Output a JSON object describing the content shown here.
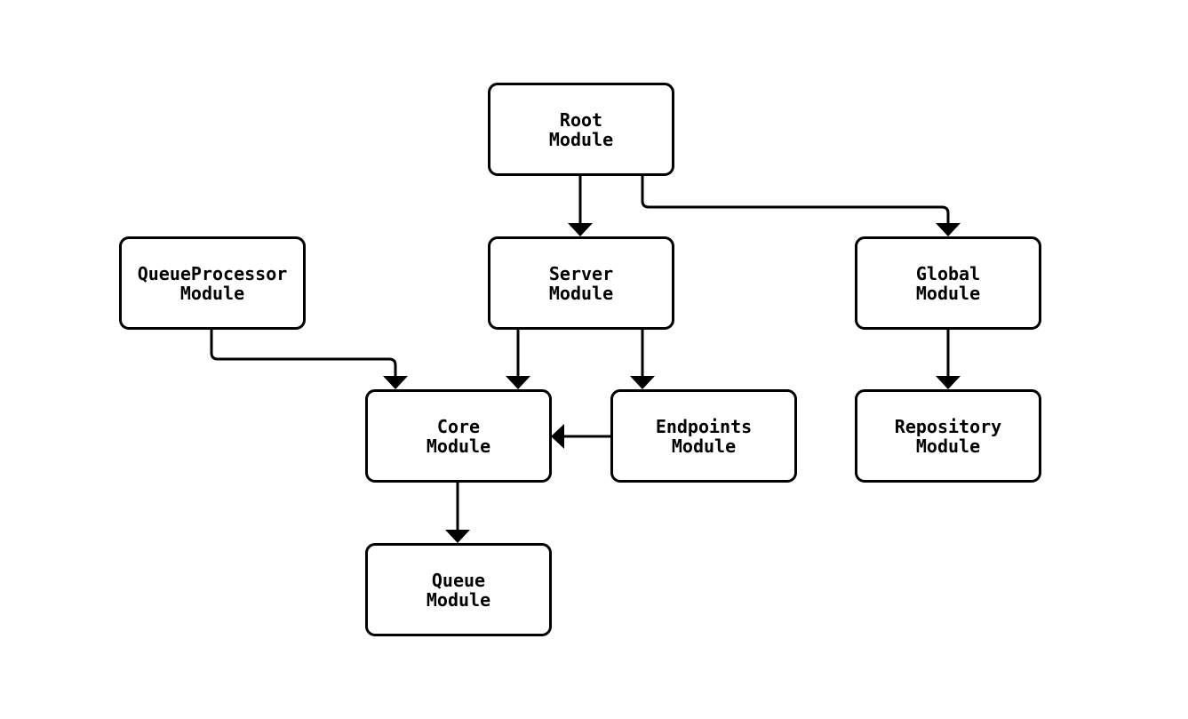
{
  "diagram": {
    "type": "module-dependency-flowchart",
    "colors": {
      "background": "#ffffff",
      "node_fill": "#ffffff",
      "node_border": "#000000",
      "edge_stroke": "#000000",
      "text": "#000000"
    },
    "nodes": {
      "root": {
        "label": "Root\nModule"
      },
      "queueprocessor": {
        "label": "QueueProcessor\nModule"
      },
      "server": {
        "label": "Server\nModule"
      },
      "global": {
        "label": "Global\nModule"
      },
      "core": {
        "label": "Core\nModule"
      },
      "endpoints": {
        "label": "Endpoints\nModule"
      },
      "repository": {
        "label": "Repository\nModule"
      },
      "queue": {
        "label": "Queue\nModule"
      }
    },
    "edges": [
      {
        "from": "Root Module",
        "to": "Server Module"
      },
      {
        "from": "Root Module",
        "to": "Global Module"
      },
      {
        "from": "QueueProcessor Module",
        "to": "Core Module"
      },
      {
        "from": "Server Module",
        "to": "Core Module"
      },
      {
        "from": "Server Module",
        "to": "Endpoints Module"
      },
      {
        "from": "Endpoints Module",
        "to": "Core Module"
      },
      {
        "from": "Global Module",
        "to": "Repository Module"
      },
      {
        "from": "Core Module",
        "to": "Queue Module"
      }
    ]
  }
}
